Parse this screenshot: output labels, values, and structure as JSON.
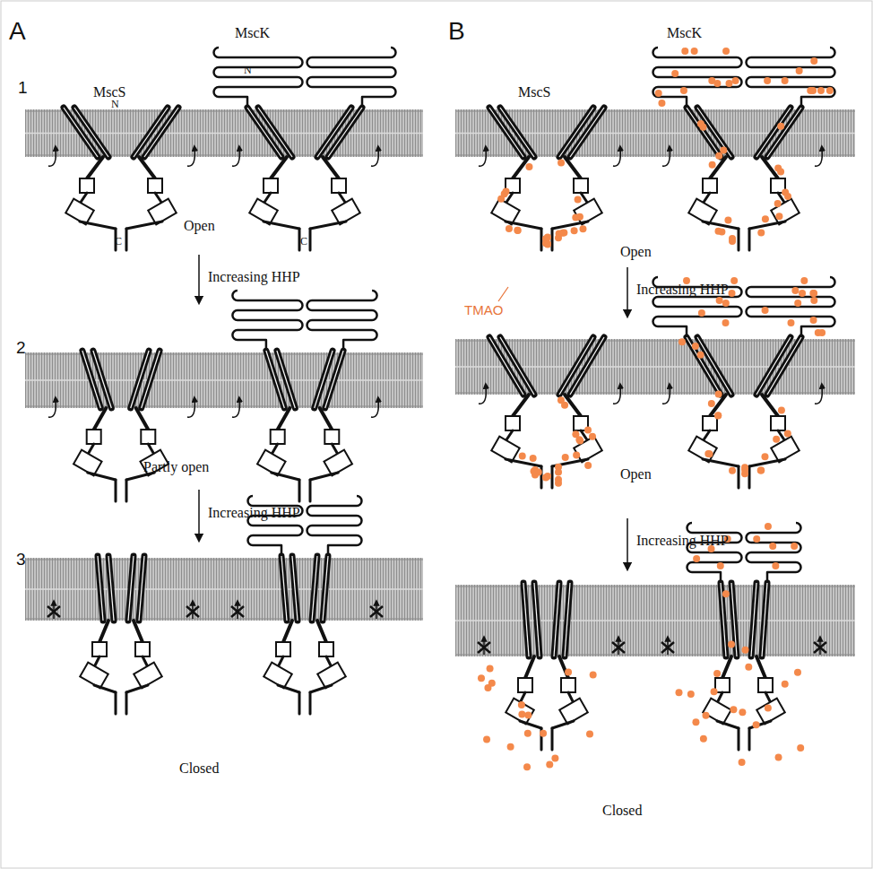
{
  "diagram": {
    "labels": [
      "A",
      "MscK",
      "1",
      "MscS",
      "N",
      "N",
      "C",
      "Open",
      "C",
      "Increasing HHP",
      "2",
      "Partly open",
      "Increasing HHP",
      "3",
      "Closed",
      "B",
      "MscK",
      "MscS",
      "TMAO",
      "Open",
      "Increasing HHP",
      "Open",
      "Increasing HHP",
      "Closed"
    ]
  }
}
